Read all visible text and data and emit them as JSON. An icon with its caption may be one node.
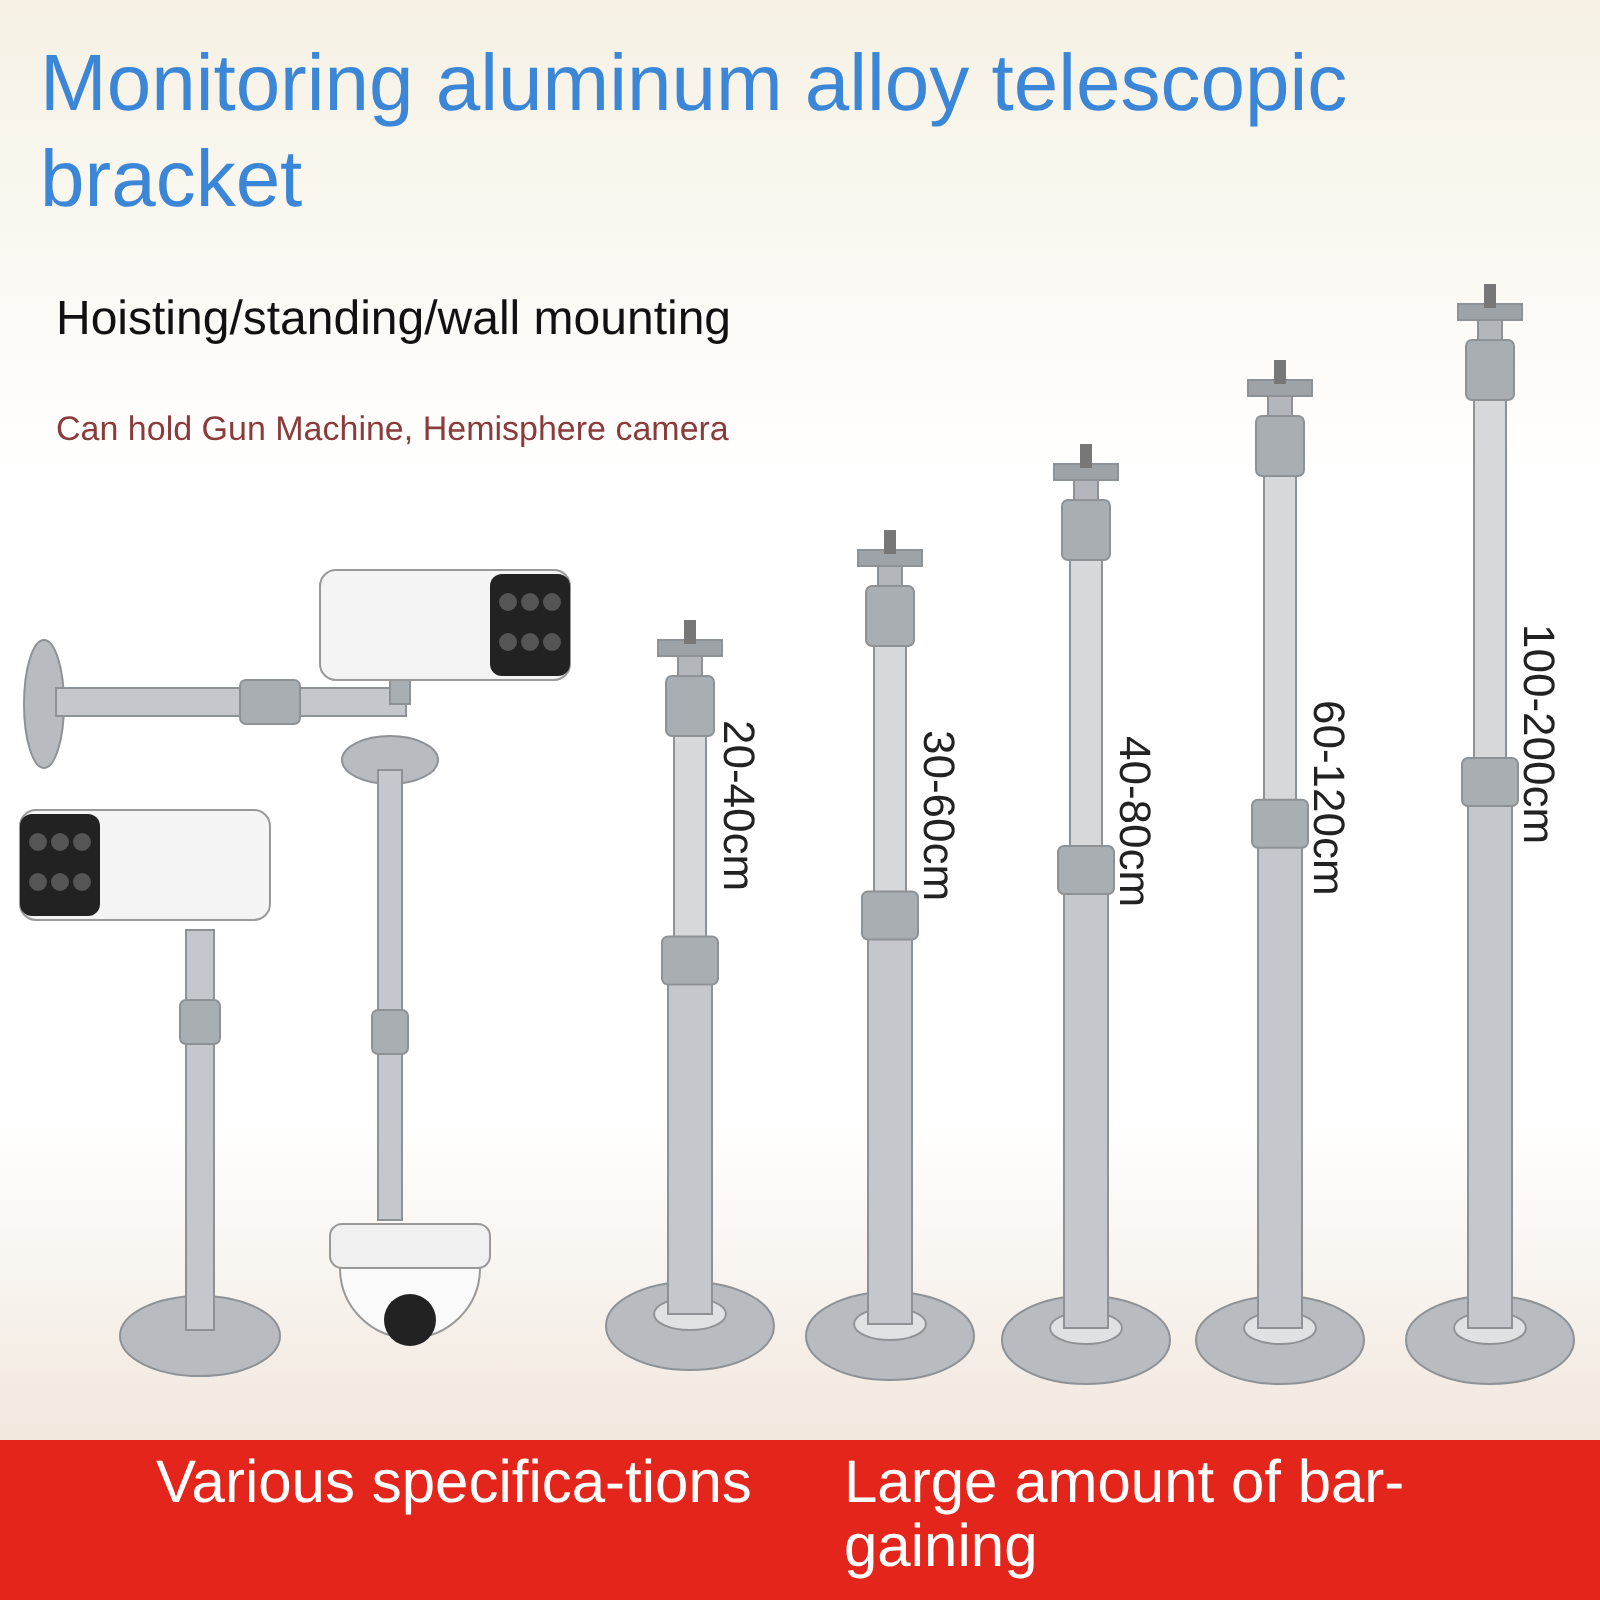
{
  "diagram": {
    "title": "Monitoring aluminum alloy telescopic bracket",
    "labels": [
      "Hoisting/standing/wall mounting",
      "Can hold Gun Machine, Hemisphere camera",
      "20-40cm",
      "30-60cm",
      "40-80cm",
      "60-120cm",
      "100-200cm",
      "Various specifica-tions",
      "Large amount of bar-gaining"
    ]
  }
}
